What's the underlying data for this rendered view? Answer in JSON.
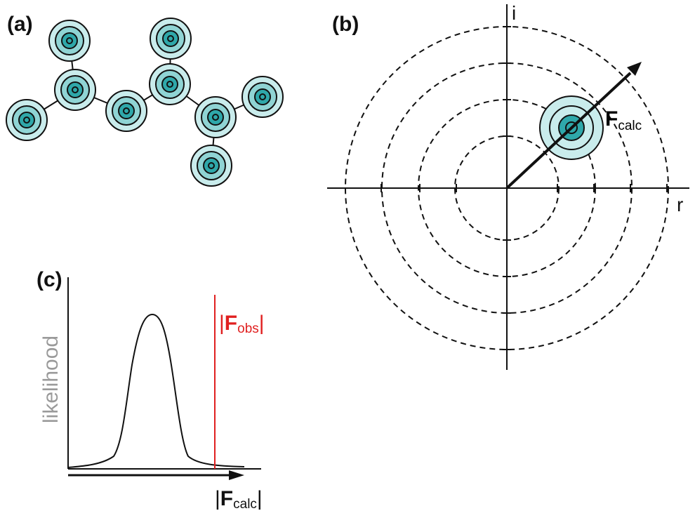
{
  "figure": {
    "panel_a": {
      "label": "(a)"
    },
    "panel_b": {
      "label": "(b)",
      "axis_imag": "i",
      "axis_real": "r",
      "vector_label": {
        "main": "F",
        "sub": "calc"
      }
    },
    "panel_c": {
      "label": "(c)",
      "ylabel": "likelihood",
      "xlabel": {
        "bar_left": "|",
        "main": "F",
        "sub": "calc",
        "bar_right": "|"
      },
      "obs_label": {
        "bar_left": "|",
        "main": "F",
        "sub": "obs",
        "bar_right": "|"
      }
    },
    "colors": {
      "atom_outer": "#c9ecec",
      "atom_middle": "#8fd4d4",
      "atom_inner": "#2fa8aa",
      "stroke": "#111111",
      "obs_line": "#e02020"
    }
  }
}
